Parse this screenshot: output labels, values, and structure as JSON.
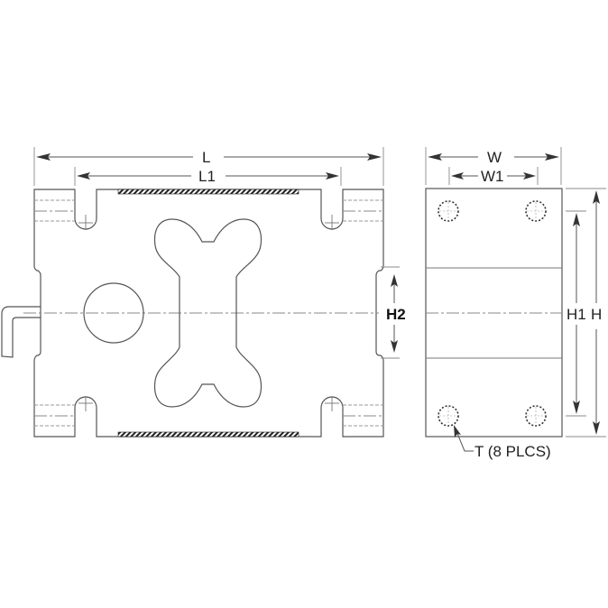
{
  "drawing": {
    "title": "Load cell dimensional drawing",
    "views": [
      {
        "name": "side-view",
        "description": "Side elevation with bone-shaped cutout, circular hole and cable exit"
      },
      {
        "name": "end-view",
        "description": "End elevation with four threaded tap holes"
      }
    ],
    "dimensions": {
      "L": "L",
      "L1": "L1",
      "H2": "H2",
      "W": "W",
      "W1": "W1",
      "H1": "H1",
      "H": "H"
    },
    "callouts": {
      "tap_holes": "T (8 PLCS)"
    },
    "colors": {
      "outline": "#555555",
      "dimension": "#333333",
      "background": "#ffffff"
    }
  }
}
